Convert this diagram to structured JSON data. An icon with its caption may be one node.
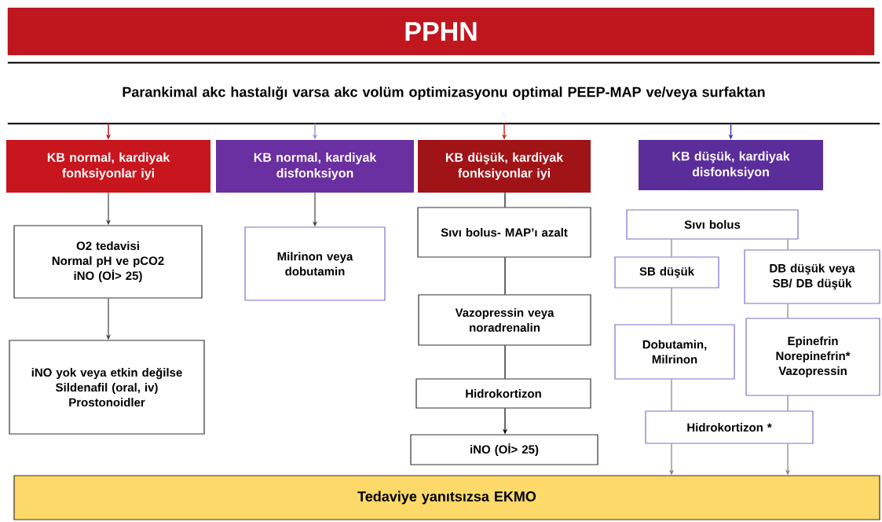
{
  "diagram": {
    "title": "PPHN",
    "nodes": [
      {
        "text": [
          "Parankimal akc hastalığı varsa akc volüm optimizasyonu optimal PEEP-MAP ve/veya surfaktan"
        ]
      },
      {
        "text": [
          "KB normal, kardiyak fonksiyonlar iyi"
        ]
      },
      {
        "text": [
          "KB normal, kardiyak disfonksiyon"
        ]
      },
      {
        "text": [
          "KB düşük, kardiyak fonksiyonlar iyi"
        ]
      },
      {
        "text": [
          "KB düşük, kardiyak disfonksiyon"
        ]
      },
      {
        "text": [
          "O2 tedavisi",
          "Normal pH ve pCO2",
          "iNO (Oİ> 25)"
        ]
      },
      {
        "text": [
          "Milrinon veya dobutamin"
        ]
      },
      {
        "text": [
          "iNO yok veya etkin değilse",
          "Sildenafil (oral, iv)",
          "Prostonoidler"
        ]
      },
      {
        "text": [
          "Sıvı bolus- MAP’ı azalt"
        ]
      },
      {
        "text": [
          "Vazopressin veya noradrenalin"
        ]
      },
      {
        "text": [
          "Hidrokortizon"
        ]
      },
      {
        "text": [
          "iNO (Oİ> 25)"
        ]
      },
      {
        "text": [
          "Sıvı bolus"
        ]
      },
      {
        "text": [
          "SB düşük"
        ]
      },
      {
        "text": [
          "DB düşük veya SB/ DB düşük"
        ]
      },
      {
        "text": [
          "Dobutamin, Milrinon"
        ]
      },
      {
        "text": [
          "Epinefrin",
          "Norepinefrin*",
          "Vazopressin"
        ]
      },
      {
        "text": [
          "Hidrokortizon *"
        ]
      },
      {
        "text": [
          "Tedaviye yanıtsızsa EKMO"
        ]
      }
    ],
    "edges": [
      {
        "from": 0,
        "to": 1,
        "arrow": "to",
        "color": "#c0191e"
      },
      {
        "from": 0,
        "to": 2,
        "arrow": "to",
        "color": "#9a94d8"
      },
      {
        "from": 0,
        "to": 3,
        "arrow": "to",
        "color": "#d0281e"
      },
      {
        "from": 0,
        "to": 4,
        "arrow": "to",
        "color": "#3b3fa0"
      },
      {
        "from": 1,
        "to": 5,
        "arrow": "to",
        "color": "#404040"
      },
      {
        "from": 2,
        "to": 6,
        "arrow": "to",
        "color": "#404040"
      },
      {
        "from": 5,
        "to": 7,
        "arrow": "to",
        "color": "#404040"
      },
      {
        "from": 3,
        "to": 8,
        "arrow": "none",
        "color": "#000000"
      },
      {
        "from": 8,
        "to": 9,
        "arrow": "none",
        "color": "#000000"
      },
      {
        "from": 9,
        "to": 10,
        "arrow": "none",
        "color": "#000000"
      },
      {
        "from": 10,
        "to": 11,
        "arrow": "to",
        "color": "#000000"
      },
      {
        "from": 12,
        "to": 13,
        "arrow": "none",
        "color": "#808080"
      },
      {
        "from": 13,
        "to": 15,
        "arrow": "none",
        "color": "#808080"
      },
      {
        "from": 15,
        "to": 17,
        "arrow": "none",
        "color": "#808080"
      },
      {
        "from": 17,
        "to": 18,
        "arrow": "to",
        "color": "#808080"
      },
      {
        "from": 12,
        "to": 14,
        "arrow": "none",
        "color": "#808080"
      },
      {
        "from": 14,
        "to": 16,
        "arrow": "none",
        "color": "#808080"
      },
      {
        "from": 16,
        "to": 17,
        "arrow": "none",
        "color": "#808080"
      },
      {
        "from": 17,
        "to": 18,
        "arrow": "to",
        "color": "#808080"
      }
    ]
  }
}
